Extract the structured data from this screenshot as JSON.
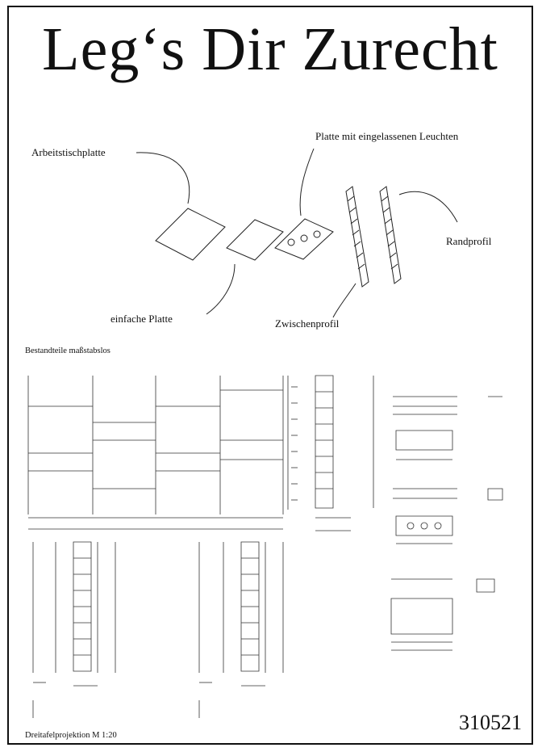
{
  "title": "Leg‘s Dir Zurecht",
  "labels": {
    "arbeitstischplatte": "Arbeitstischplatte",
    "platte_leuchten": "Platte mit eingelassenen Leuchten",
    "randprofil": "Randprofil",
    "einfache_platte": "einfache Platte",
    "zwischenprofil": "Zwischenprofil"
  },
  "section_components": "Bestandteile maßstabslos",
  "section_projection": "Dreitafelprojektion M 1:20",
  "sheet_number": "310521",
  "colors": {
    "ink": "#111111",
    "paper": "#ffffff"
  }
}
